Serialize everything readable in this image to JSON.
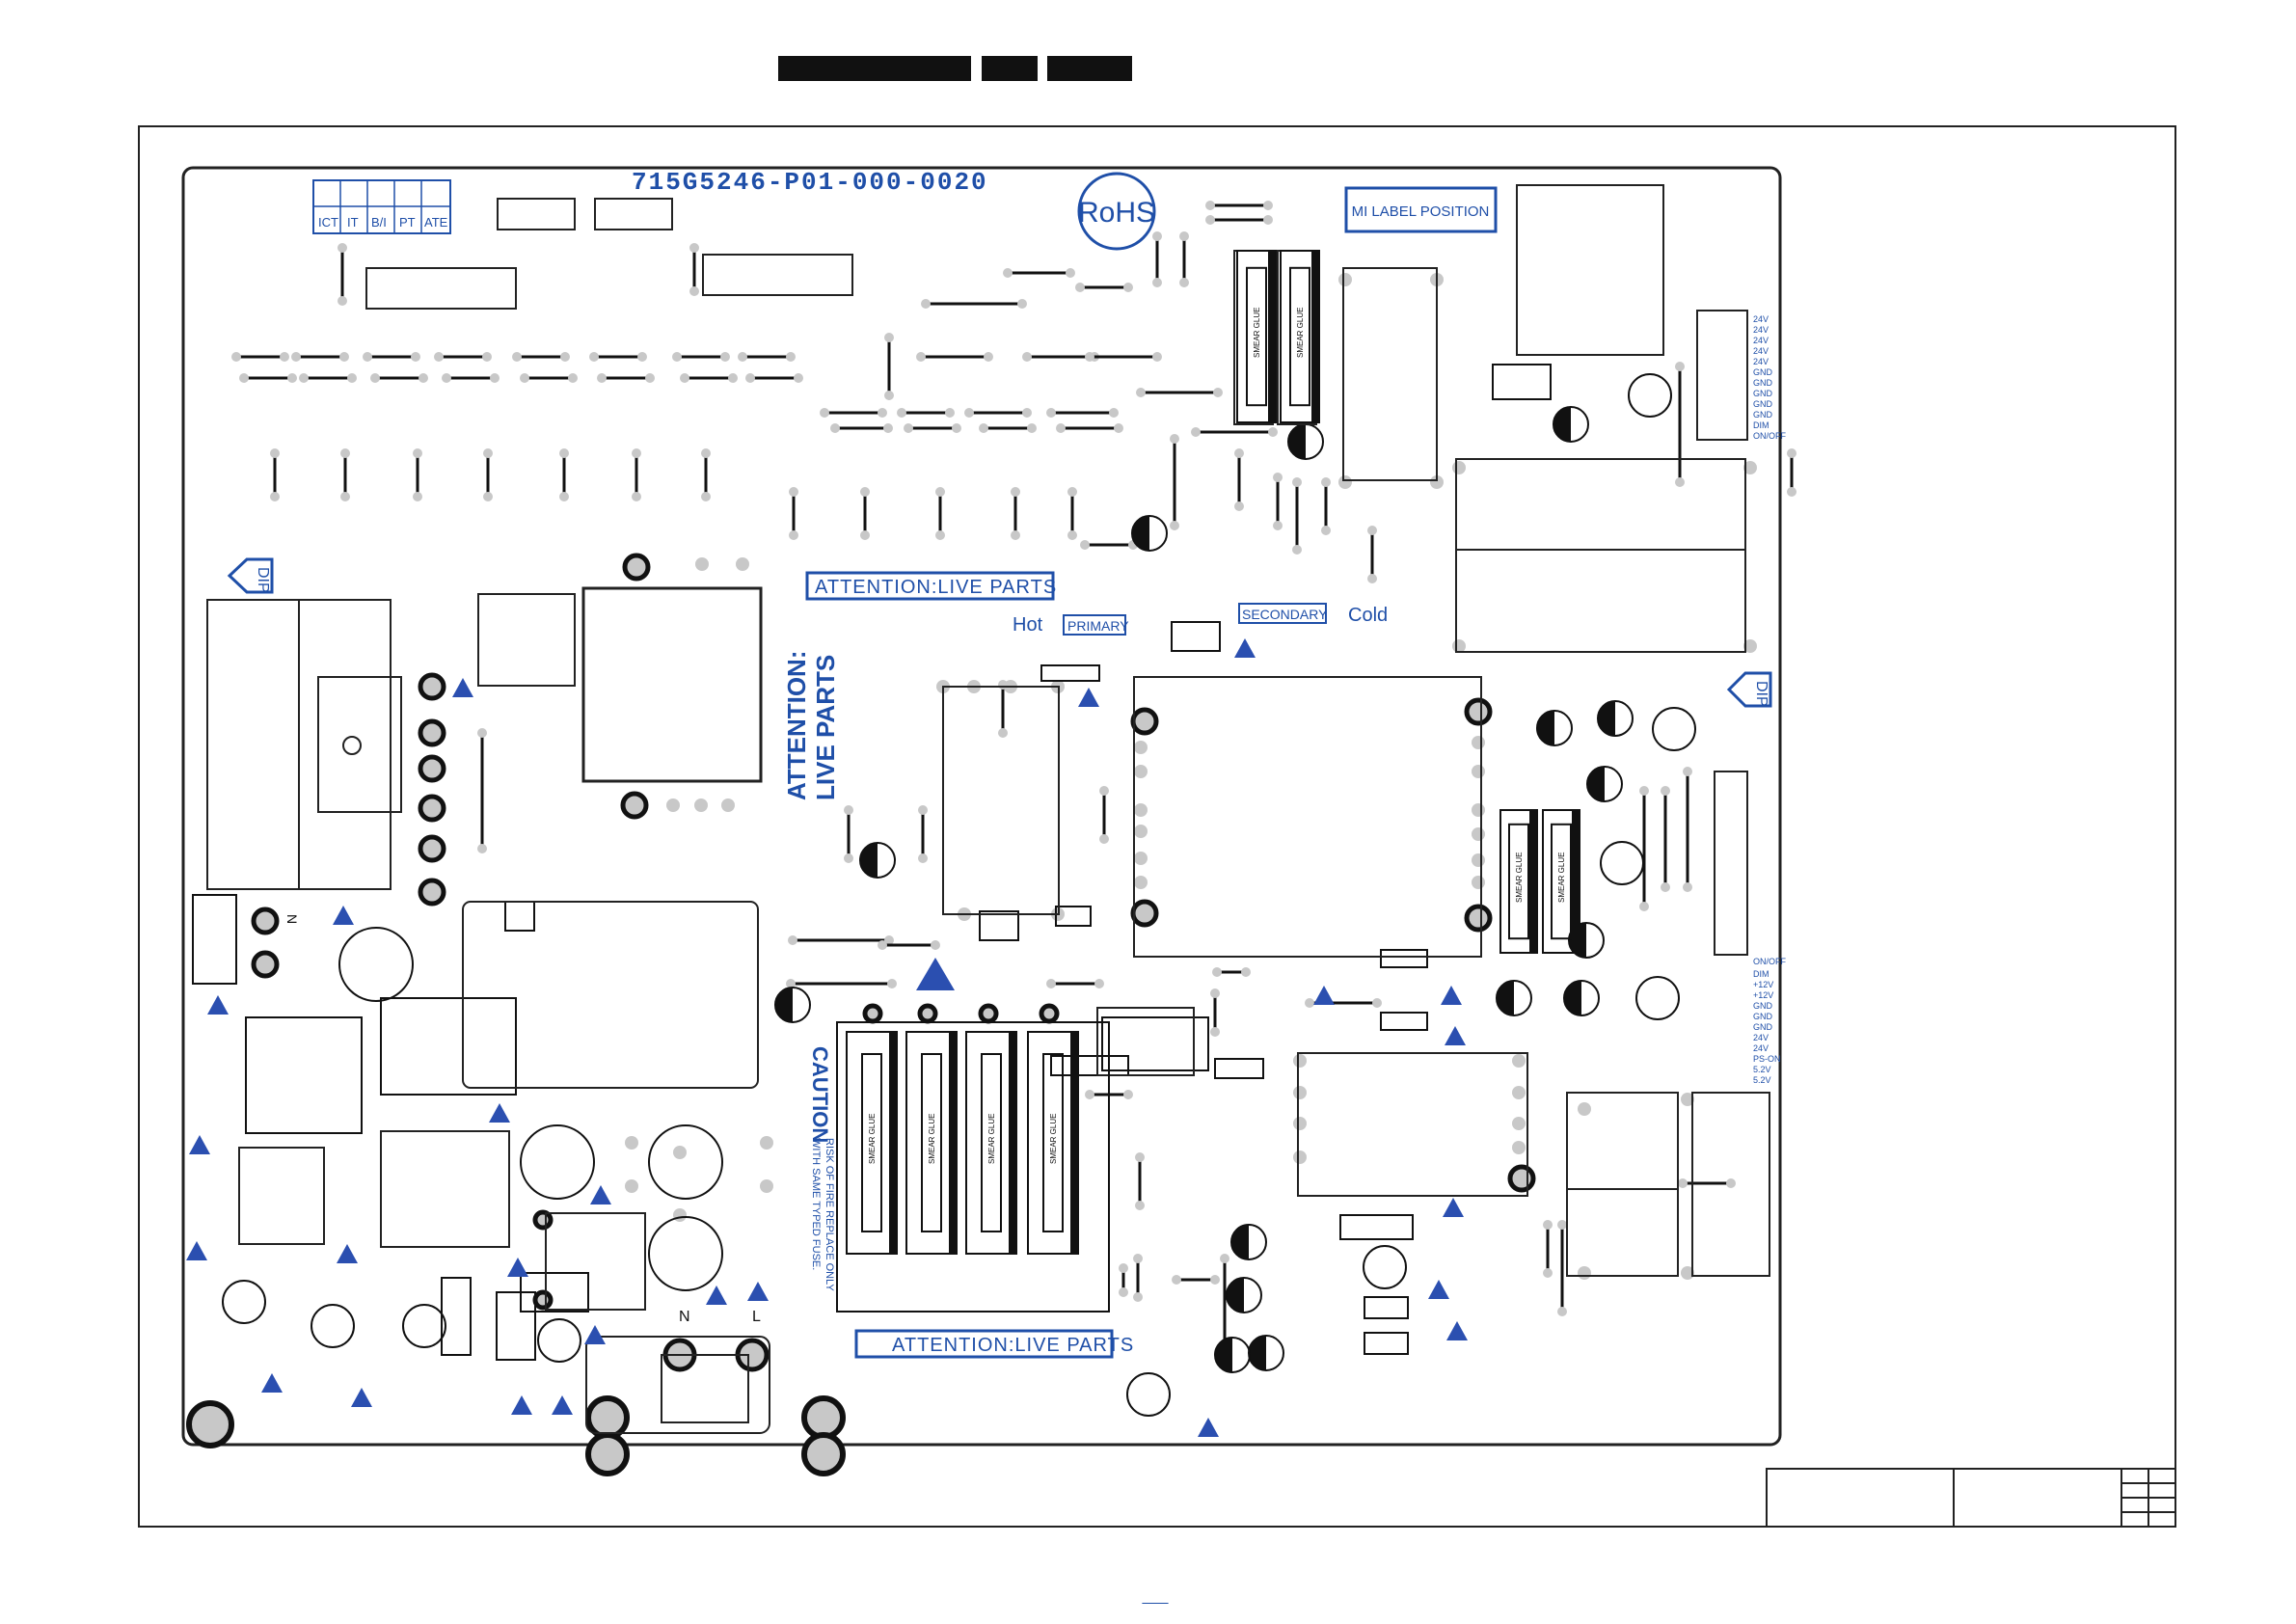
{
  "header": {
    "redaction_bars": 3
  },
  "board": {
    "part_number": "715G5246-P01-000-0020",
    "rohs": "RoHS",
    "label_box": "MI LABEL POSITION",
    "test_grid": [
      "ICT",
      "IT",
      "B/I",
      "PT",
      "ATE"
    ],
    "attention_live_parts": "ATTENTION:LIVE PARTS",
    "attention_vertical_1": "ATTENTION:",
    "attention_vertical_2": "LIVE PARTS",
    "attention_bottom": "ATTENTION:LIVE PARTS",
    "hot": "Hot",
    "primary": "PRIMARY",
    "secondary": "SECONDARY",
    "cold": "Cold",
    "caution": "CAUTION",
    "fuse_warning_1": "RISK OF FIRE REPLACE ONLY",
    "fuse_warning_2": "WITH SAME TYPED FUSE.",
    "dip_left": "DIP",
    "dip_right": "DIP",
    "smear_glue": "SMEAR GLUE",
    "ac_n": "N",
    "ac_l": "L",
    "n_small": "N"
  },
  "connector_top_right": [
    "24V",
    "24V",
    "24V",
    "24V",
    "24V",
    "GND",
    "GND",
    "GND",
    "GND",
    "GND",
    "DIM",
    "ON/OFF"
  ],
  "connector_mid_right": [
    "ON/OFF",
    "DIM",
    "+12V",
    "+12V",
    "GND",
    "GND",
    "GND",
    "24V",
    "24V",
    "PS-ON",
    "5.2V",
    "5.2V"
  ],
  "colors": {
    "ink": "#111111",
    "pad": "#c8c8c8",
    "label_blue": "#1f4fa8",
    "warning_blue": "#2b4fb0"
  },
  "page_marker": "___"
}
